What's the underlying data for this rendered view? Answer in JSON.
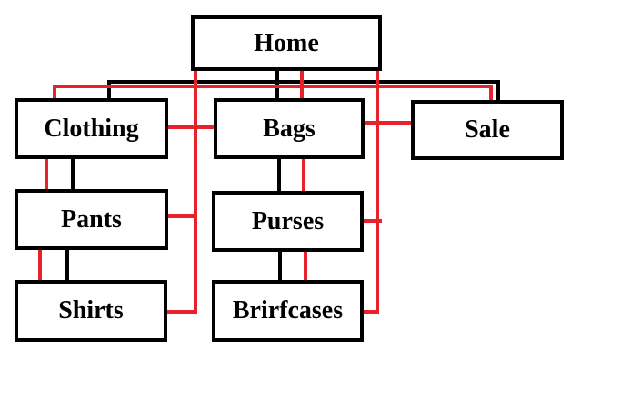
{
  "sitemap": {
    "root": "Home",
    "nodes": [
      {
        "id": "home",
        "label": "Home"
      },
      {
        "id": "clothing",
        "label": "Clothing"
      },
      {
        "id": "bags",
        "label": "Bags"
      },
      {
        "id": "sale",
        "label": "Sale"
      },
      {
        "id": "pants",
        "label": "Pants"
      },
      {
        "id": "purses",
        "label": "Purses"
      },
      {
        "id": "shirts",
        "label": "Shirts"
      },
      {
        "id": "briefcases",
        "label": "Brirfcases"
      }
    ],
    "hierarchy_edges": [
      [
        "home",
        "clothing"
      ],
      [
        "home",
        "bags"
      ],
      [
        "home",
        "sale"
      ],
      [
        "clothing",
        "pants"
      ],
      [
        "pants",
        "shirts"
      ],
      [
        "bags",
        "purses"
      ],
      [
        "purses",
        "briefcases"
      ]
    ],
    "cross_link_edges": [
      [
        "home",
        "sale"
      ],
      [
        "clothing",
        "bags"
      ],
      [
        "bags",
        "sale"
      ],
      [
        "home",
        "pants"
      ],
      [
        "home",
        "shirts"
      ],
      [
        "home",
        "purses"
      ],
      [
        "home",
        "briefcases"
      ]
    ]
  },
  "colors": {
    "hierarchy_line": "#000000",
    "cross_link_line": "#e8222a",
    "box_border": "#000000",
    "text": "#000000"
  }
}
